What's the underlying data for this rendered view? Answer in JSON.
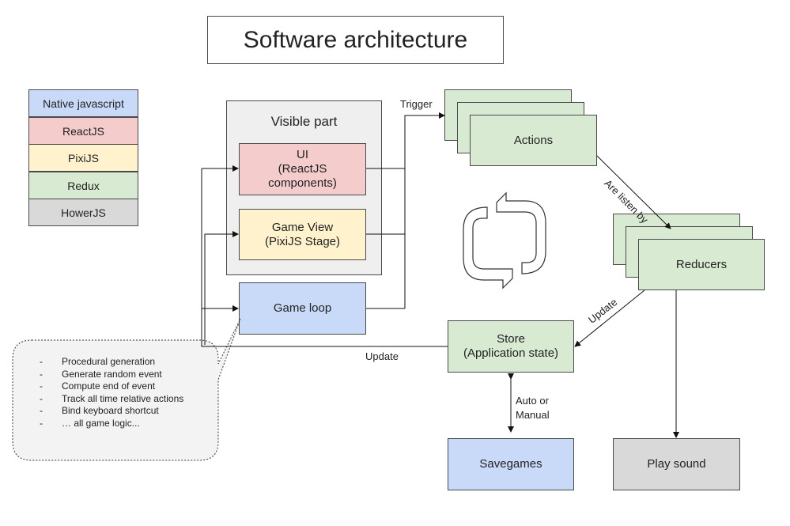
{
  "title": "Software architecture",
  "legend": [
    {
      "label": "Native javascript",
      "color": "#c9daf8"
    },
    {
      "label": "ReactJS",
      "color": "#f4cccc"
    },
    {
      "label": "PixiJS",
      "color": "#fff2cc"
    },
    {
      "label": "Redux",
      "color": "#d9ead3"
    },
    {
      "label": "HowerJS",
      "color": "#d9d9d9"
    }
  ],
  "visible_part": {
    "title": "Visible part",
    "ui": "UI\n(ReactJS\ncomponents)",
    "game_view": "Game View\n(PixiJS Stage)"
  },
  "game_loop": "Game loop",
  "actions": "Actions",
  "reducers": "Reducers",
  "store": "Store\n(Application state)",
  "savegames": "Savegames",
  "play_sound": "Play sound",
  "edge_labels": {
    "trigger": "Trigger",
    "are_listen_by": "Are listen by",
    "update_right": "Update",
    "update_left": "Update",
    "auto_or_manual": "Auto or\nManual"
  },
  "game_logic_notes": [
    "Procedural generation",
    "Generate random event",
    "Compute end of event",
    "Track all time relative actions",
    "Bind keyboard shortcut",
    "… all game logic..."
  ],
  "icons": [
    "cycle-arrows-icon"
  ]
}
